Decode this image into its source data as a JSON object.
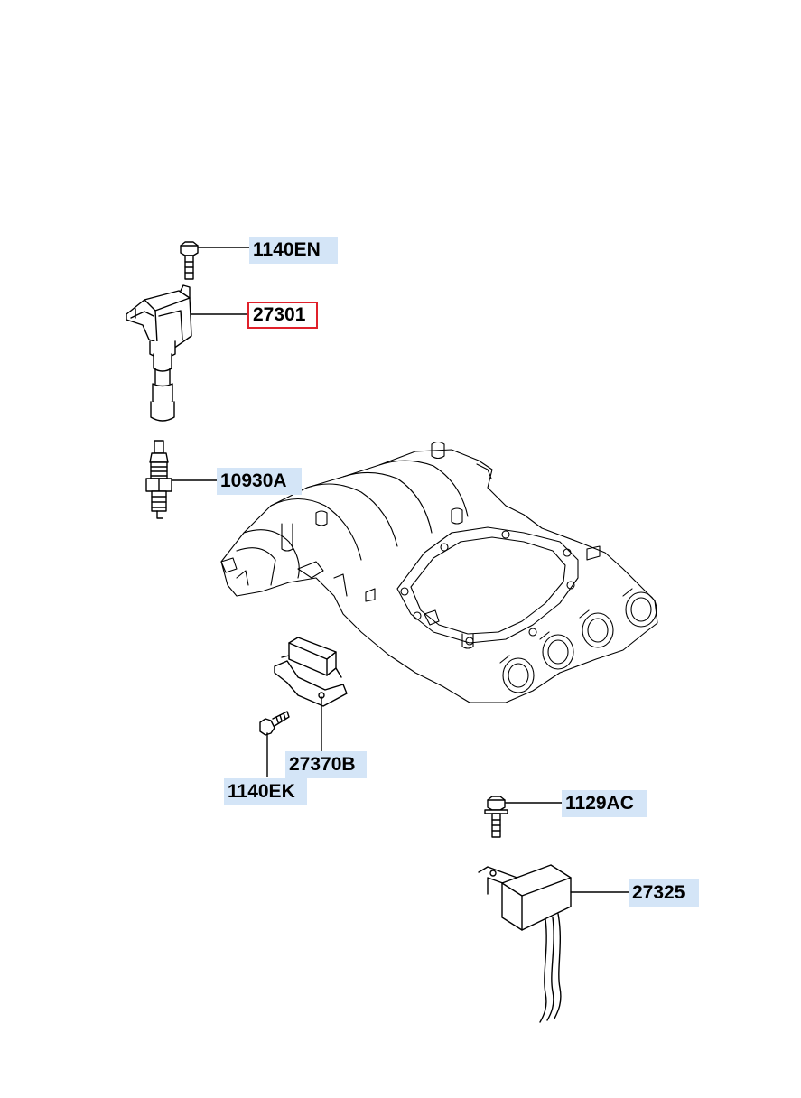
{
  "parts": {
    "bolt_top": "1140EN",
    "ignition_coil": "27301",
    "spark_plug": "10930A",
    "module": "27370B",
    "bolt_module": "1140EK",
    "bolt_sensor": "1129AC",
    "sensor": "27325"
  },
  "colors": {
    "label_highlight": "#d4e5f7",
    "selected_border": "#e0202a",
    "line": "#000000"
  }
}
